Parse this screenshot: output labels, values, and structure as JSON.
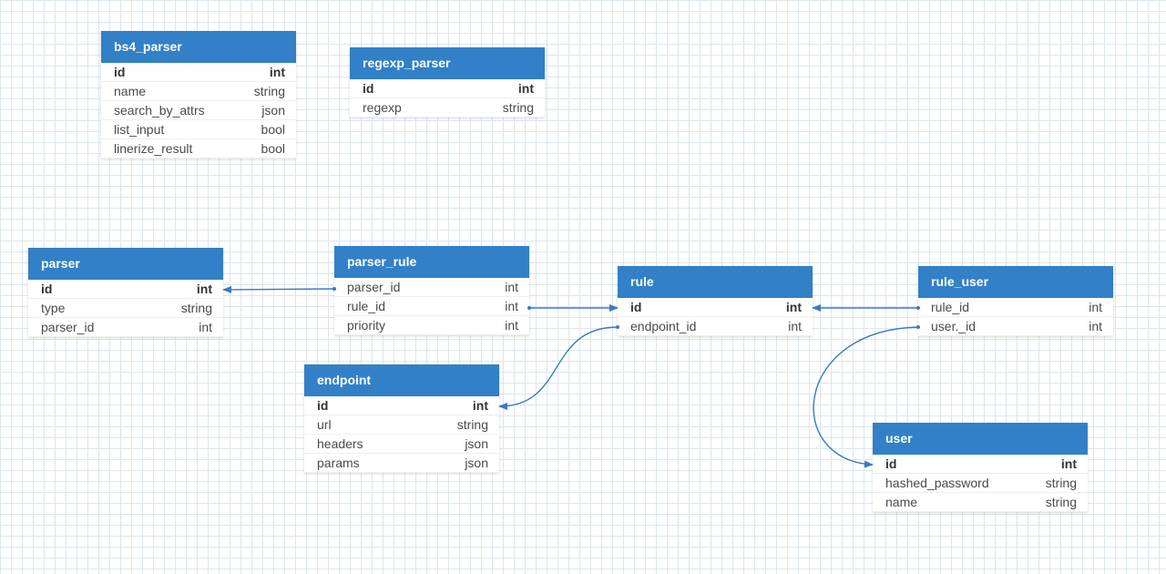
{
  "colors": {
    "header": "#3280c7",
    "link": "#3a7bbf",
    "grid": "#dde6ef"
  },
  "tables": {
    "bs4_parser": {
      "name": "bs4_parser",
      "columns": [
        {
          "name": "id",
          "type": "int",
          "pk": true
        },
        {
          "name": "name",
          "type": "string"
        },
        {
          "name": "search_by_attrs",
          "type": "json"
        },
        {
          "name": "list_input",
          "type": "bool"
        },
        {
          "name": "linerize_result",
          "type": "bool"
        }
      ]
    },
    "regexp_parser": {
      "name": "regexp_parser",
      "columns": [
        {
          "name": "id",
          "type": "int",
          "pk": true
        },
        {
          "name": "regexp",
          "type": "string"
        }
      ]
    },
    "parser": {
      "name": "parser",
      "columns": [
        {
          "name": "id",
          "type": "int",
          "pk": true
        },
        {
          "name": "type",
          "type": "string"
        },
        {
          "name": "parser_id",
          "type": "int"
        }
      ]
    },
    "parser_rule": {
      "name": "parser_rule",
      "columns": [
        {
          "name": "parser_id",
          "type": "int"
        },
        {
          "name": "rule_id",
          "type": "int"
        },
        {
          "name": "priority",
          "type": "int"
        }
      ]
    },
    "rule": {
      "name": "rule",
      "columns": [
        {
          "name": "id",
          "type": "int",
          "pk": true
        },
        {
          "name": "endpoint_id",
          "type": "int"
        }
      ]
    },
    "rule_user": {
      "name": "rule_user",
      "columns": [
        {
          "name": "rule_id",
          "type": "int"
        },
        {
          "name": "user._id",
          "type": "int"
        }
      ]
    },
    "endpoint": {
      "name": "endpoint",
      "columns": [
        {
          "name": "id",
          "type": "int",
          "pk": true
        },
        {
          "name": "url",
          "type": "string"
        },
        {
          "name": "headers",
          "type": "json"
        },
        {
          "name": "params",
          "type": "json"
        }
      ]
    },
    "user": {
      "name": "user",
      "columns": [
        {
          "name": "id",
          "type": "int",
          "pk": true
        },
        {
          "name": "hashed_password",
          "type": "string"
        },
        {
          "name": "name",
          "type": "string"
        }
      ]
    }
  },
  "relations": [
    {
      "from": "parser_rule.parser_id",
      "to": "parser.id"
    },
    {
      "from": "parser_rule.rule_id",
      "to": "rule.id"
    },
    {
      "from": "rule.endpoint_id",
      "to": "endpoint.id"
    },
    {
      "from": "rule_user.rule_id",
      "to": "rule.id"
    },
    {
      "from": "rule_user.user._id",
      "to": "user.id"
    }
  ]
}
